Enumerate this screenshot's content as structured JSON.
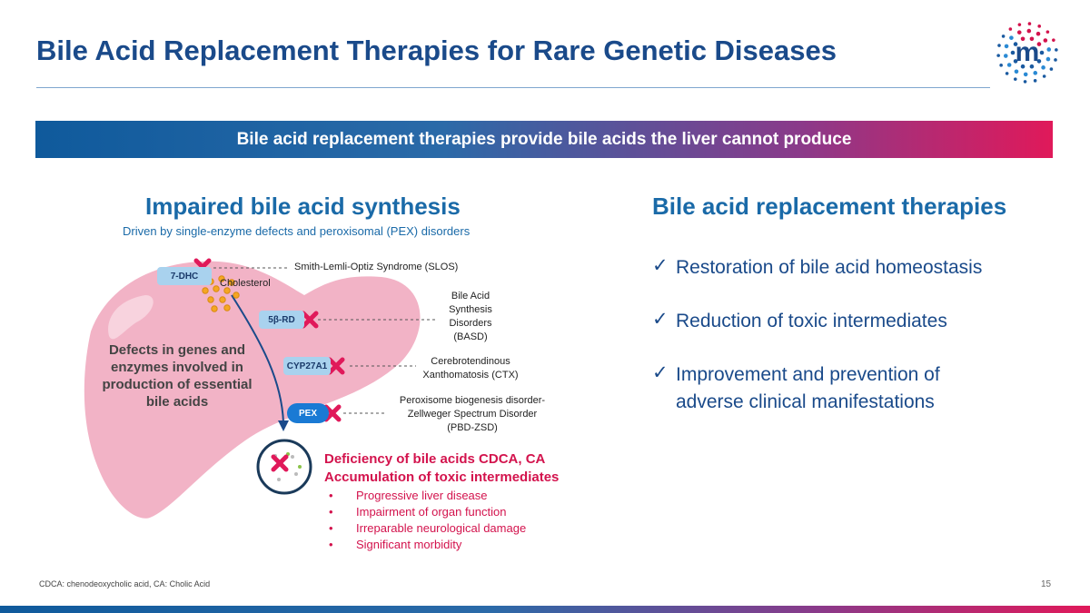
{
  "title": "Bile Acid Replacement Therapies for Rare Genetic Diseases",
  "banner": "Bile acid replacement therapies provide bile acids the liver cannot produce",
  "left": {
    "heading": "Impaired bile acid synthesis",
    "subheading": "Driven by single-enzyme defects and peroxisomal (PEX) disorders",
    "liver_text": "Defects in genes and enzymes involved in production of essential bile acids",
    "cholesterol_label": "Cholesterol",
    "enzymes": [
      {
        "pill": "7-DHC",
        "disease_lines": [
          "Smith-Lemli-Optiz Syndrome (SLOS)"
        ]
      },
      {
        "pill": "5β-RD",
        "disease_lines": [
          "Bile Acid",
          "Synthesis",
          "Disorders",
          "(BASD)"
        ]
      },
      {
        "pill": "CYP27A1",
        "disease_lines": [
          "Cerebrotendinous",
          "Xanthomatosis (CTX)"
        ]
      },
      {
        "pill": "PEX",
        "disease_lines": [
          "Peroxisome biogenesis disorder-",
          "Zellweger Spectrum Disorder",
          "(PBD-ZSD)"
        ]
      }
    ],
    "deficiency_heading_1": "Deficiency of bile acids CDCA, CA",
    "deficiency_heading_2": "Accumulation of toxic intermediates",
    "deficiency_items": [
      "Progressive liver disease",
      "Impairment of organ function",
      "Irreparable neurological damage",
      "Significant morbidity"
    ],
    "bullet_glyph": "•"
  },
  "right": {
    "heading": "Bile acid replacement therapies",
    "check_glyph": "✓",
    "items": [
      "Restoration of bile acid homeostasis",
      "Reduction of toxic intermediates",
      "Improvement and prevention of adverse clinical manifestations"
    ]
  },
  "logo": {
    "letter": "m",
    "icon": "company-logo-icon"
  },
  "footnote": "CDCA: chenodeoxycholic acid, CA: Cholic Acid",
  "page_number": "15",
  "colors": {
    "navy": "#1a4a8a",
    "blue": "#1a6aa8",
    "magenta": "#d3134d",
    "liver_pink": "#f2b3c6",
    "pill_blue": "#a9d2ee"
  }
}
